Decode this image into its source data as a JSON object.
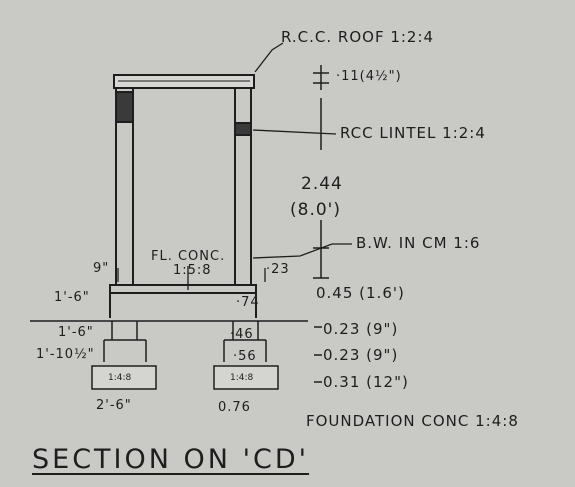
{
  "drawing": {
    "title": "SECTION ON 'CD'",
    "labels": {
      "roof": "R.C.C. ROOF 1:2:4",
      "roof_thickness": "·11(4½\")",
      "lintel": "RCC LINTEL 1:2:4",
      "wall_height_m": "2.44",
      "wall_height_ft": "(8.0')",
      "brickwork": "B.W. IN CM 1:6",
      "floor": "FL. CONC.",
      "floor_mix": "1:5:8",
      "floor_thickness_left": "9\"",
      "wall_thickness": "·23",
      "plinth_left": "1'-6\"",
      "plinth_height_m": "0.45 (1.6')",
      "plinth_width": "·74",
      "footing_step1_left": "1'-6\"",
      "footing_step2_left": "1'-10½\"",
      "step_width_1": "·46",
      "step_width_2": "·56",
      "step1_height": "0.23 (9\")",
      "step2_height": "0.23 (9\")",
      "foundation_height": "0.31 (12\")",
      "foundation_width_left": "2'-6\"",
      "foundation_width_right": "0.76",
      "foundation_conc": "FOUNDATION CONC 1:4:8",
      "footing_text_left": "1:4:8",
      "footing_text_right": "1:4:8"
    }
  }
}
